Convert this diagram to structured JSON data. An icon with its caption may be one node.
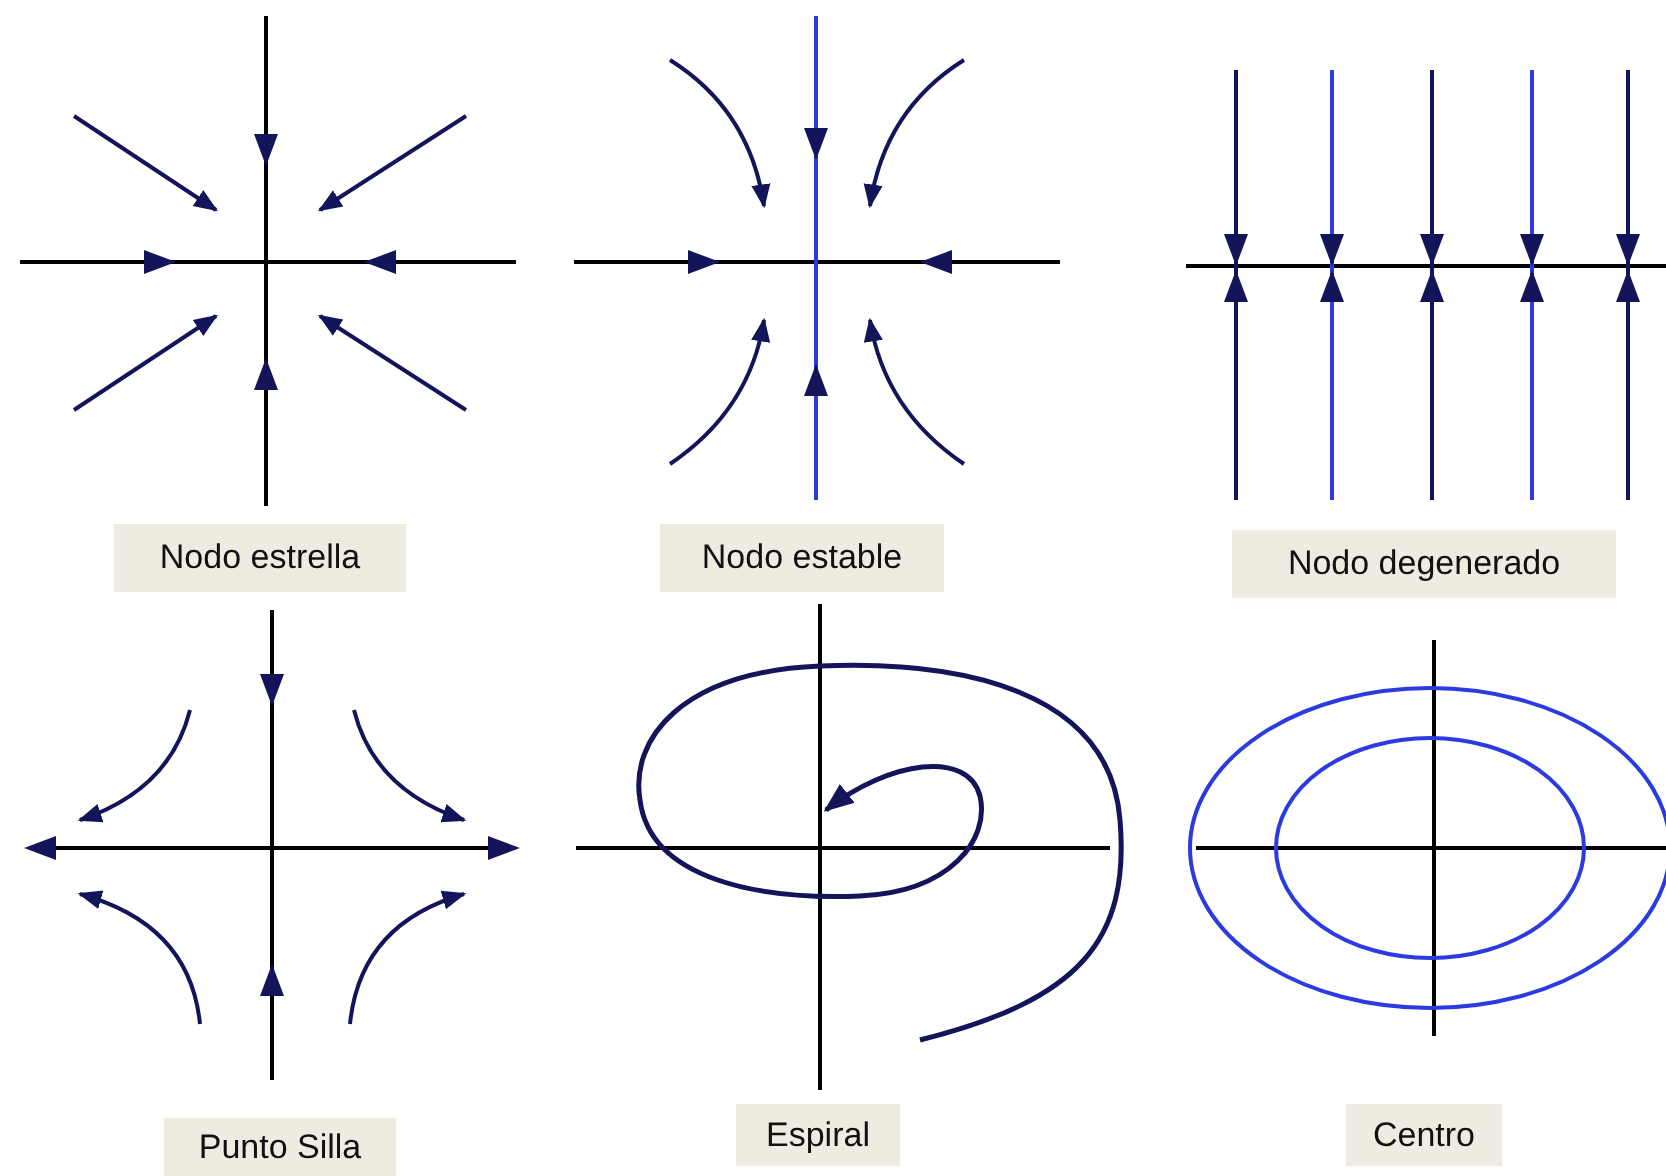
{
  "diagram": {
    "nodes": [
      {
        "text": [
          "Nodo estrella"
        ]
      },
      {
        "text": [
          "Nodo estable"
        ]
      },
      {
        "text": [
          "Nodo degenerado"
        ]
      },
      {
        "text": [
          "Punto Silla"
        ]
      },
      {
        "text": [
          "Espiral"
        ]
      },
      {
        "text": [
          "Centro"
        ]
      }
    ]
  }
}
